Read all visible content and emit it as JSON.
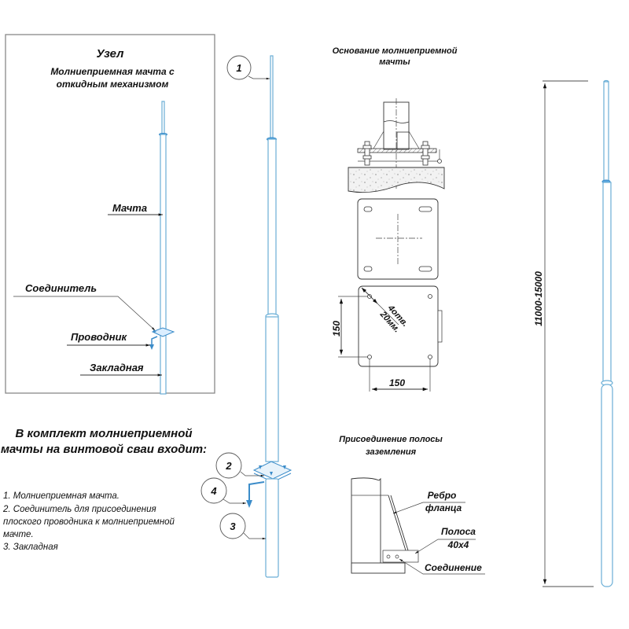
{
  "node_panel": {
    "title": "Узел",
    "subtitle_line1": "Молниеприемная мачта с",
    "subtitle_line2": "откидным механизмом",
    "labels": {
      "mast": "Мачта",
      "connector": "Соединитель",
      "conductor": "Проводник",
      "embedded": "Закладная"
    }
  },
  "kit": {
    "heading_line1": "В комплект молниеприемной",
    "heading_line2": "мачты на винтовой сваи входит:",
    "items": [
      "1. Молниеприемная мачта.",
      "2. Соединитель для присоединения",
      "плоского проводника к молниеприемной",
      "мачте.",
      "3. Закладная"
    ]
  },
  "callouts": [
    "1",
    "2",
    "3",
    "4"
  ],
  "base": {
    "title_line1": "Основание молниеприемной",
    "title_line2": "мачты",
    "dim_vertical": "150",
    "dim_horizontal": "150",
    "holes_line1": "4отв.",
    "holes_line2": "20мм."
  },
  "grounding": {
    "title_line1": "Присоединение полосы",
    "title_line2": "заземления",
    "rib_line1": "Ребро",
    "rib_line2": "фланца",
    "strip_line1": "Полоса",
    "strip_line2": "40x4",
    "joint": "Соединение"
  },
  "height_dimension": "11000-15000",
  "colors": {
    "mast_outline": "#6aaed6",
    "mast_accent": "#3b8cc9",
    "line": "#333333",
    "frame": "#888888"
  }
}
